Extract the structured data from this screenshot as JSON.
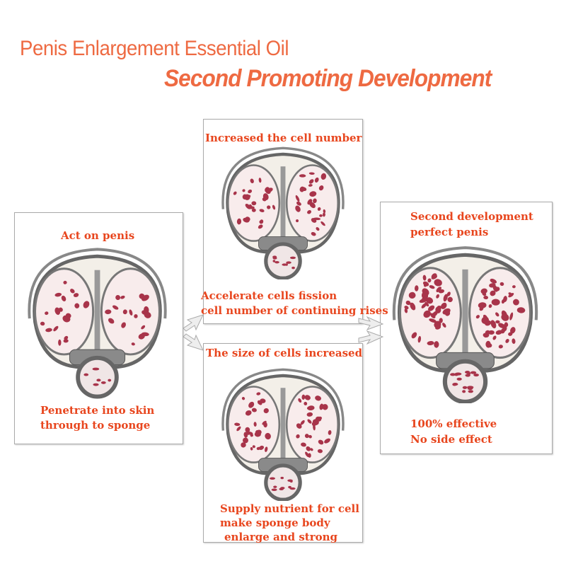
{
  "header": {
    "title": "Penis Enlargement Essential Oil",
    "subtitle": "Second Promoting Development"
  },
  "left_panel": {
    "top_label": "Act on penis",
    "bottom_line1": "Penetrate into skin",
    "bottom_line2": "through to sponge"
  },
  "top_middle_panel": {
    "top_label": "Increased the cell number",
    "bottom_line1": "Accelerate cells fission",
    "bottom_line2": "cell number of continuing rises"
  },
  "bottom_middle_panel": {
    "top_label": "The size of cells increased",
    "bottom_line1": "Supply nutrient for cell",
    "bottom_line2": "make sponge body",
    "bottom_line3": "enlarge and strong"
  },
  "right_panel": {
    "top_line1": "Second development",
    "top_line2": "perfect penis",
    "bottom_line1": "100% effective",
    "bottom_line2": "No side effect"
  },
  "colors": {
    "header": "#ee6a42",
    "label": "#e8461e",
    "cell": "#a8344a"
  }
}
